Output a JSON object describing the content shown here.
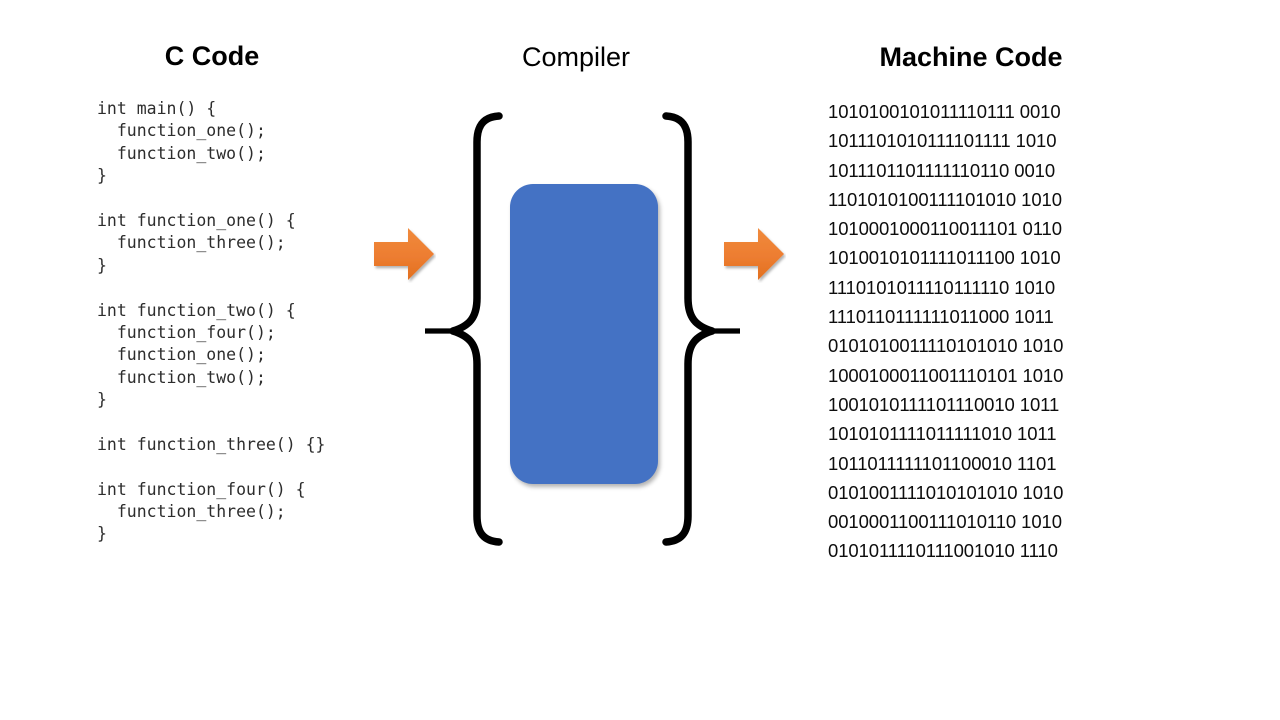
{
  "headings": {
    "c_code": "C Code",
    "compiler": "Compiler",
    "machine_code": "Machine Code"
  },
  "c_code": {
    "lines": [
      "int main() {",
      "  function_one();",
      "  function_two();",
      "}",
      "",
      "int function_one() {",
      "  function_three();",
      "}",
      "",
      "int function_two() {",
      "  function_four();",
      "  function_one();",
      "  function_two();",
      "}",
      "",
      "int function_three() {}",
      "",
      "int function_four() {",
      "  function_three();",
      "}"
    ]
  },
  "machine_code": {
    "lines": [
      "1010100101011110111 0010",
      "1011101010111101111 1010",
      "1011101101111110110 0010",
      "1101010100111101010 1010",
      "1010001000110011101 0110",
      "1010010101111011100 1010",
      "1110101011110111110 1010",
      "1110110111111011000 1011",
      "0101010011110101010 1010",
      "1000100011001110101 1010",
      "1001010111101110010 1011",
      "1010101111011111010 1011",
      "1011011111101100010 1101",
      "0101001111010101010 1010",
      "0010001100111010110 1010",
      "0101011110111001010 1110"
    ]
  },
  "colors": {
    "arrow_orange": "#ED7D31",
    "arrow_orange_dark": "#E2701F",
    "compiler_box_blue": "#4472C4",
    "brace_black": "#000000",
    "code_text": "#2D2D2D",
    "binary_text": "#0D0D0D",
    "background": "#FFFFFF"
  },
  "icons": {
    "arrow_left": "right-arrow-icon",
    "arrow_right": "right-arrow-icon",
    "brace_left": "left-curly-brace-icon",
    "brace_right": "right-curly-brace-icon"
  }
}
